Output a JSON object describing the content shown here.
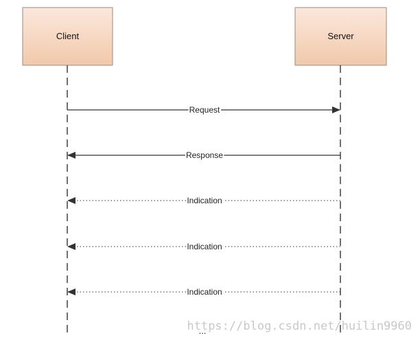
{
  "participants": {
    "client": {
      "label": "Client"
    },
    "server": {
      "label": "Server"
    }
  },
  "messages": [
    {
      "label": "Request",
      "direction": "client-to-server",
      "style": "solid"
    },
    {
      "label": "Response",
      "direction": "server-to-client",
      "style": "solid"
    },
    {
      "label": "Indication",
      "direction": "server-to-client",
      "style": "dotted"
    },
    {
      "label": "Indication",
      "direction": "server-to-client",
      "style": "dotted"
    },
    {
      "label": "Indication",
      "direction": "server-to-client",
      "style": "dotted"
    }
  ],
  "continuation": "...",
  "watermark": "https://blog.csdn.net/huilin9960",
  "colors": {
    "participant_fill_top": "#fbe8dc",
    "participant_fill_bottom": "#f2c9ab",
    "participant_border": "#9a8a80",
    "lifeline": "#222222",
    "arrow": "#333333"
  }
}
